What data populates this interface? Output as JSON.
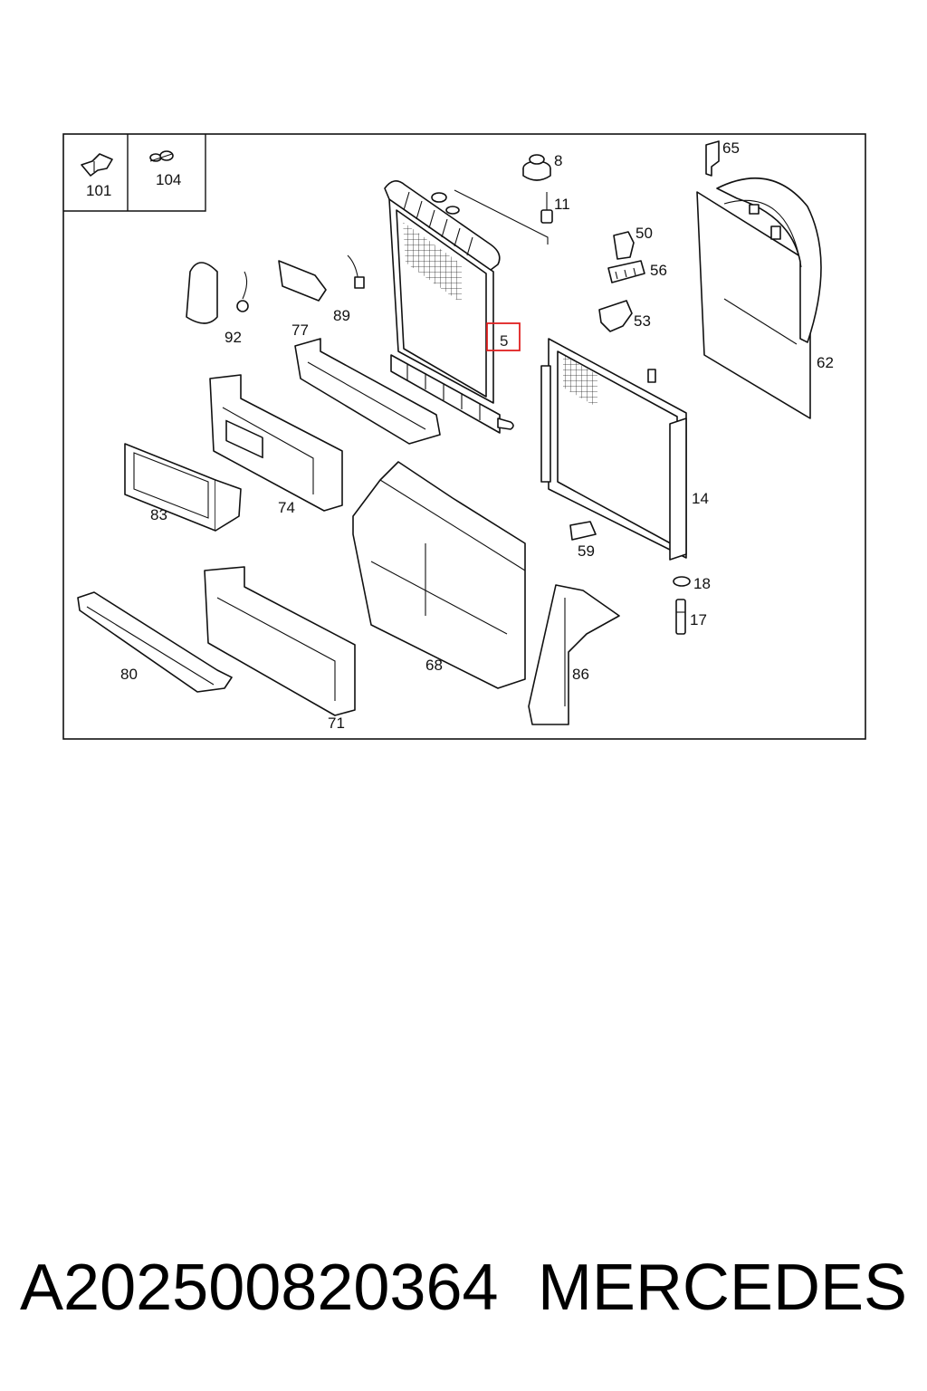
{
  "inset": {
    "labels": [
      "101",
      "104"
    ]
  },
  "callouts": {
    "p8": "8",
    "p11": "11",
    "p65": "65",
    "p50": "50",
    "p56": "56",
    "p53": "53",
    "p62": "62",
    "p92": "92",
    "p89": "89",
    "p77": "77",
    "p5": "5",
    "p14": "14",
    "p59": "59",
    "p18": "18",
    "p17": "17",
    "p74": "74",
    "p83": "83",
    "p68": "68",
    "p80": "80",
    "p71": "71",
    "p86": "86"
  },
  "highlight": {
    "part": "5",
    "color": "#e02020"
  },
  "caption": {
    "part_number": "A202500820364",
    "brand": "MERCEDES"
  }
}
